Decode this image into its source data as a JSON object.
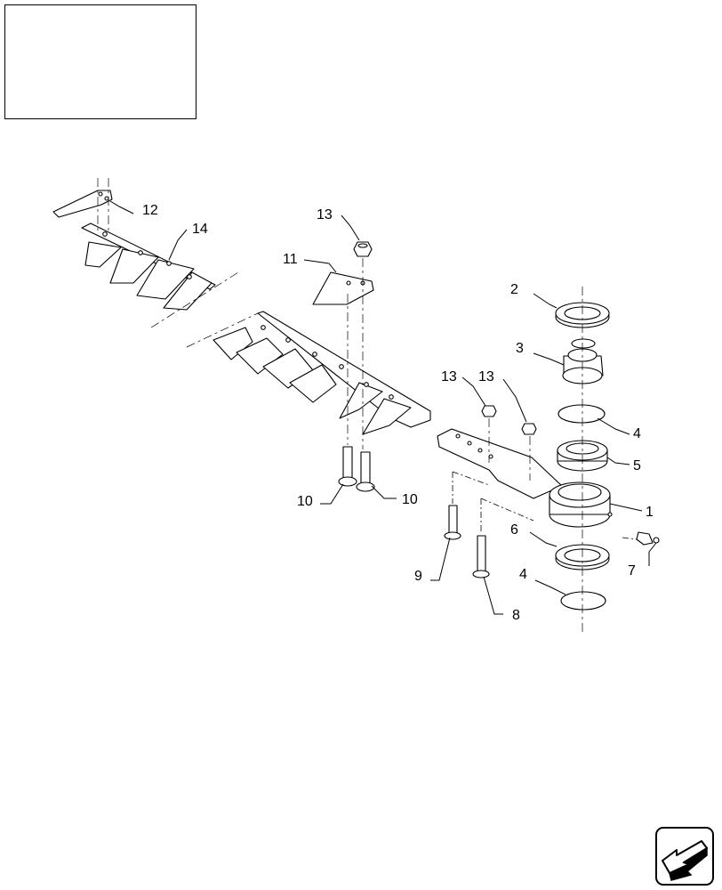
{
  "diagram": {
    "callouts": [
      {
        "id": "c12",
        "text": "12"
      },
      {
        "id": "c14",
        "text": "14"
      },
      {
        "id": "c13a",
        "text": "13"
      },
      {
        "id": "c11",
        "text": "11"
      },
      {
        "id": "c2",
        "text": "2"
      },
      {
        "id": "c3",
        "text": "3"
      },
      {
        "id": "c13b",
        "text": "13"
      },
      {
        "id": "c13c",
        "text": "13"
      },
      {
        "id": "c4a",
        "text": "4"
      },
      {
        "id": "c5",
        "text": "5"
      },
      {
        "id": "c1",
        "text": "1"
      },
      {
        "id": "c10a",
        "text": "10"
      },
      {
        "id": "c10b",
        "text": "10"
      },
      {
        "id": "c6",
        "text": "6"
      },
      {
        "id": "c7",
        "text": "7"
      },
      {
        "id": "c9",
        "text": "9"
      },
      {
        "id": "c4b",
        "text": "4"
      },
      {
        "id": "c8",
        "text": "8"
      }
    ]
  },
  "navigation": {
    "next_icon": "arrow-left-icon"
  }
}
